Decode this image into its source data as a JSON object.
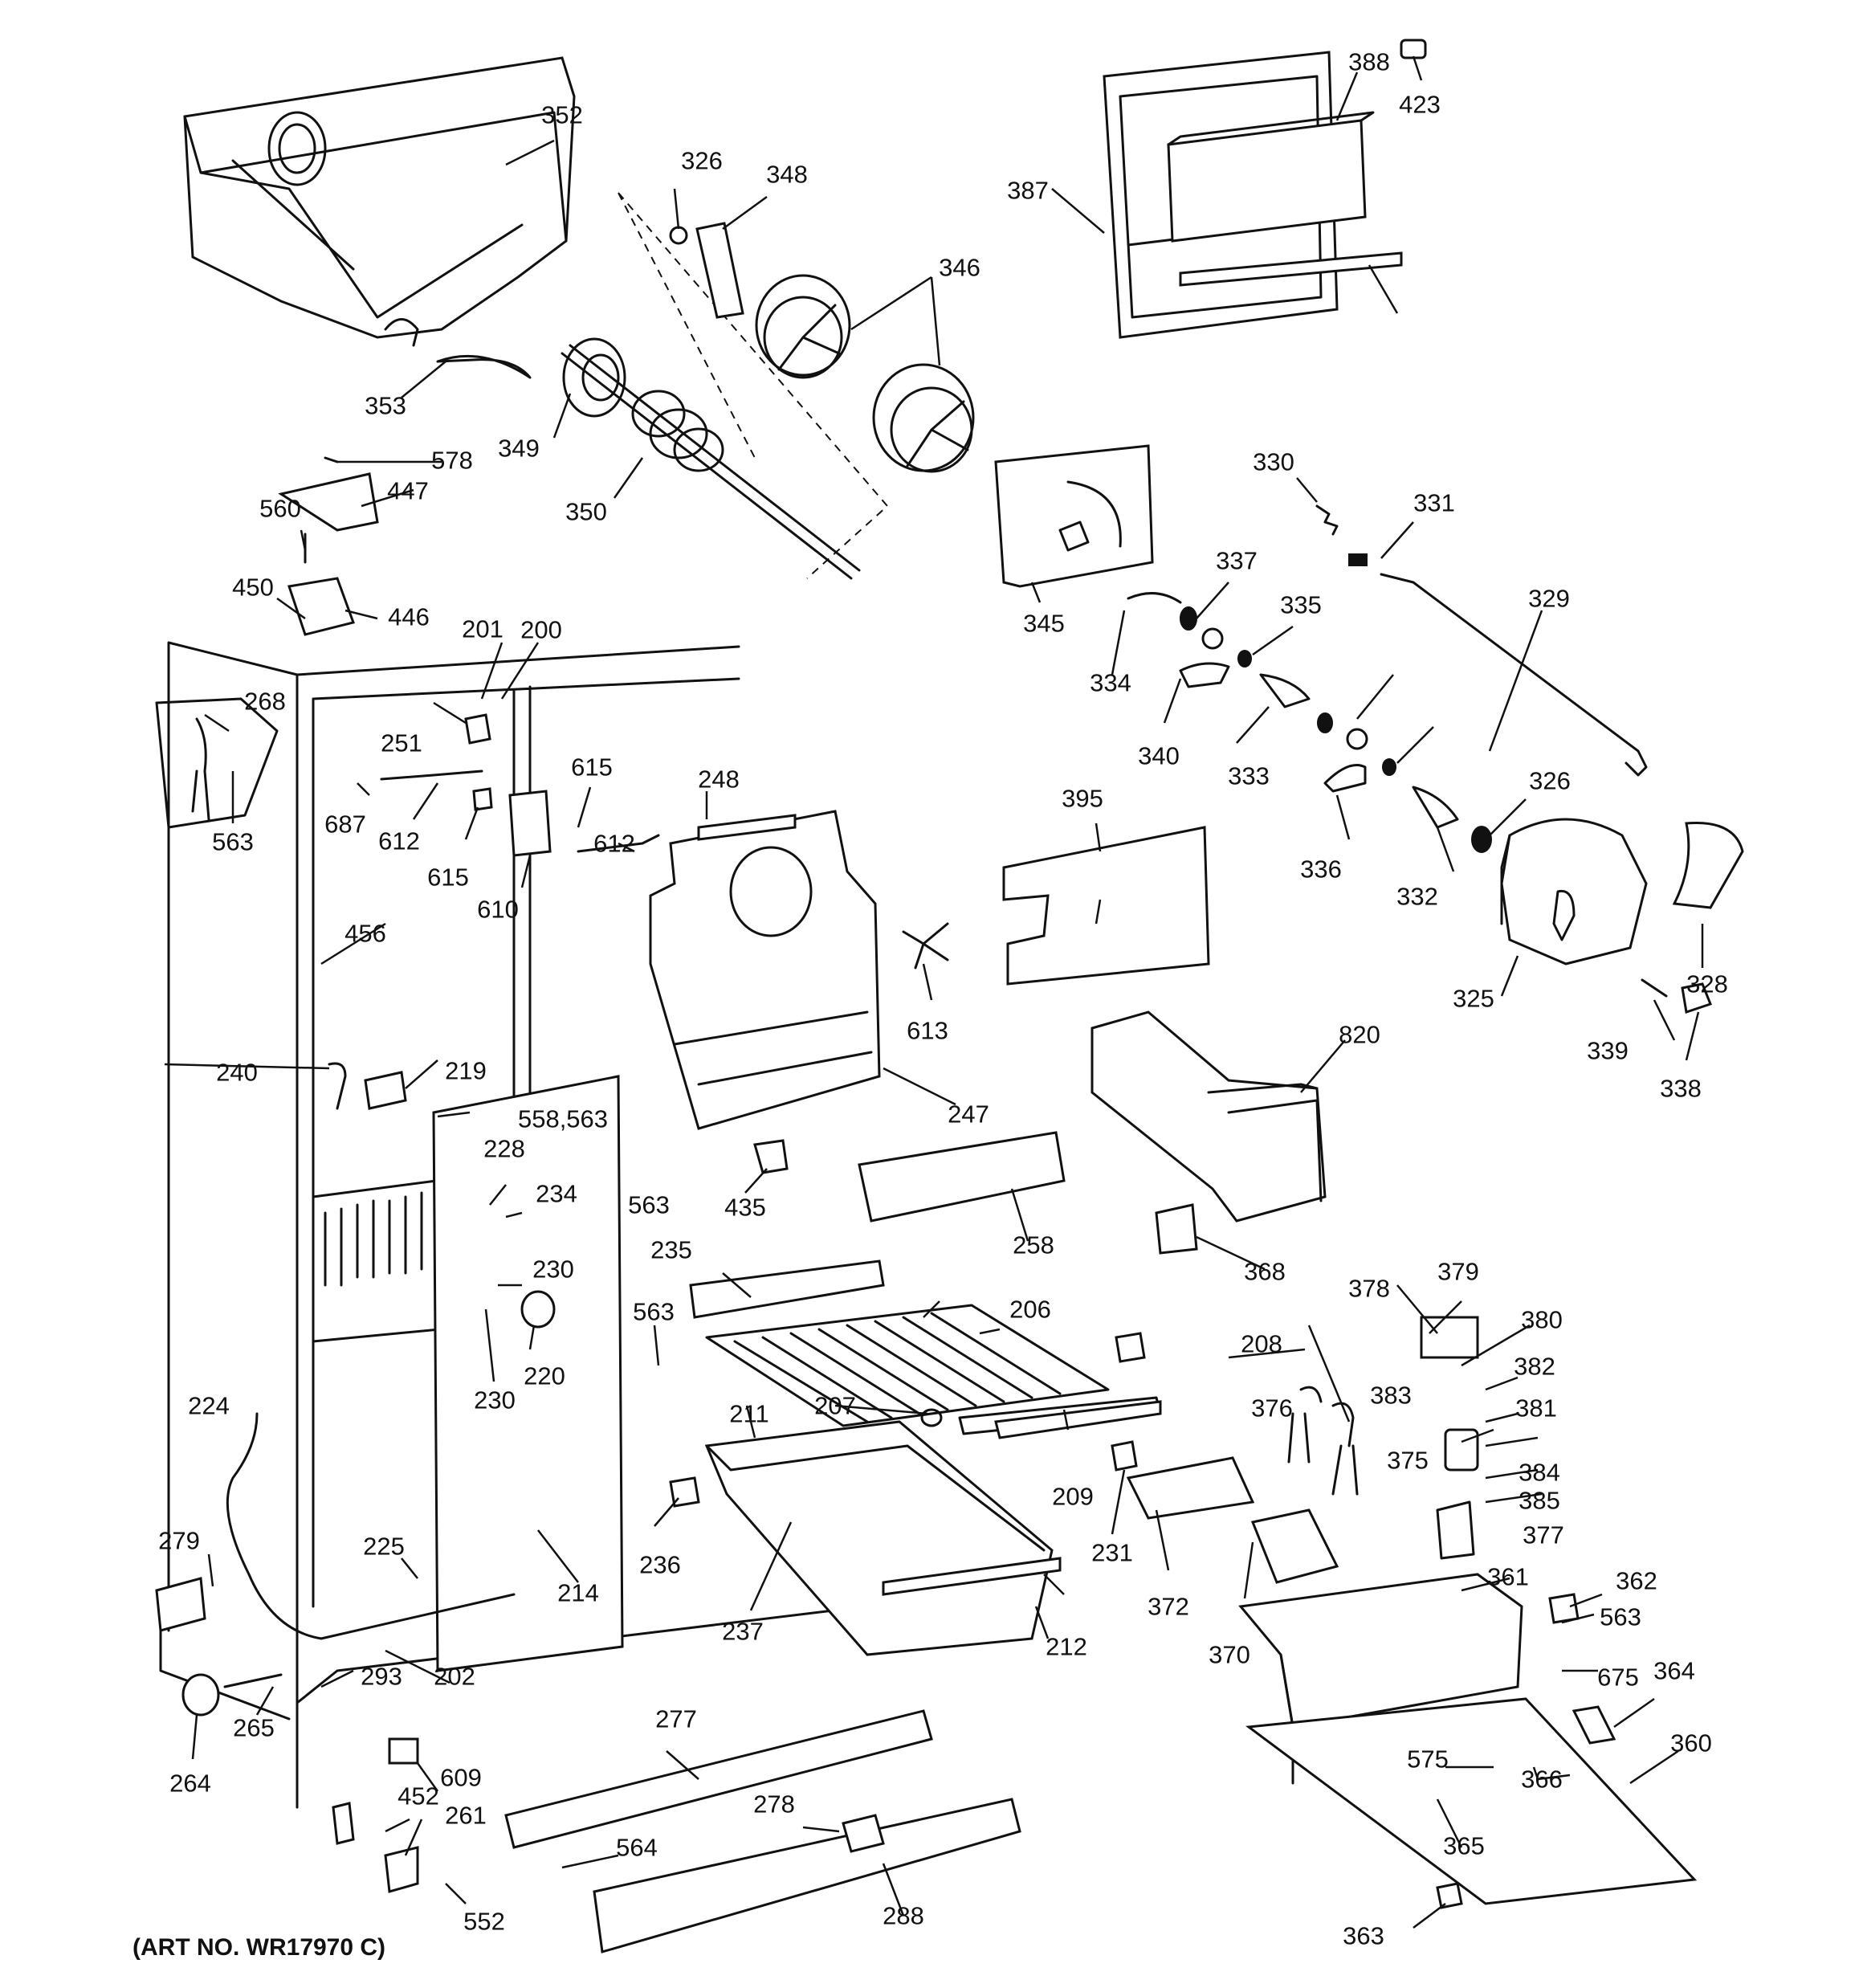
{
  "diagram": {
    "art_number": "(ART NO. WR17970 C)",
    "part_numbers": [
      "352",
      "326",
      "348",
      "388",
      "423",
      "387",
      "346",
      "353",
      "349",
      "350",
      "578",
      "447",
      "560",
      "450",
      "446",
      "330",
      "331",
      "337",
      "335",
      "329",
      "201",
      "200",
      "268",
      "251",
      "687",
      "612",
      "615",
      "610",
      "248",
      "563",
      "395",
      "326",
      "340",
      "333",
      "336",
      "332",
      "325",
      "328",
      "339",
      "338",
      "345",
      "334",
      "456",
      "240",
      "219",
      "558,563",
      "228",
      "234",
      "230",
      "220",
      "613",
      "247",
      "820",
      "435",
      "258",
      "368",
      "235",
      "206",
      "563",
      "208",
      "378",
      "379",
      "380",
      "382",
      "383",
      "381",
      "224",
      "211",
      "207",
      "376",
      "375",
      "384",
      "385",
      "377",
      "279",
      "225",
      "214",
      "236",
      "237",
      "209",
      "231",
      "372",
      "361",
      "362",
      "563",
      "675",
      "364",
      "360",
      "293",
      "202",
      "265",
      "264",
      "212",
      "370",
      "575",
      "366",
      "365",
      "277",
      "609",
      "452",
      "261",
      "278",
      "564",
      "552",
      "288",
      "363",
      "230",
      "612",
      "615",
      "563"
    ]
  }
}
